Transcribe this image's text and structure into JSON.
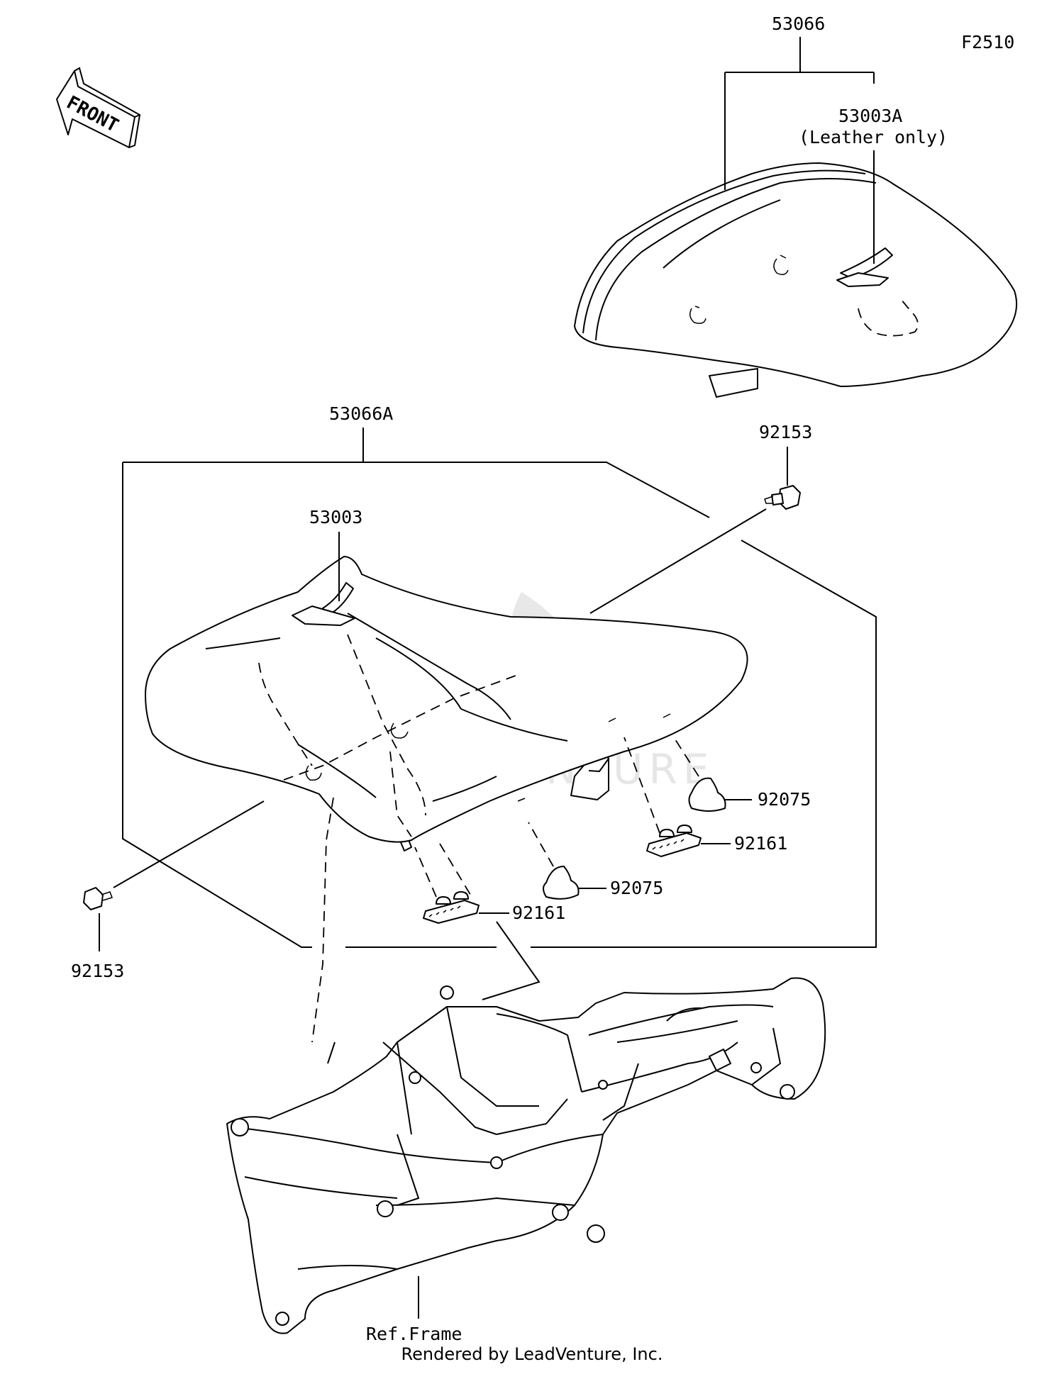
{
  "diagram_id": "F2510",
  "front_arrow_text": "FRONT",
  "callouts": {
    "seat_assy_leather": "53066",
    "strap_leather_only_code": "53003A",
    "strap_leather_only_note": "(Leather only)",
    "seat_assy": "53066A",
    "strap": "53003",
    "bolt_right": "92153",
    "bolt_left": "92153",
    "damper_right": "92075",
    "damper_center": "92075",
    "clip_right": "92161",
    "clip_left": "92161",
    "ref_frame": "Ref.Frame"
  },
  "watermark": "LEADVENTURE",
  "footer": "Rendered by LeadVenture, Inc."
}
